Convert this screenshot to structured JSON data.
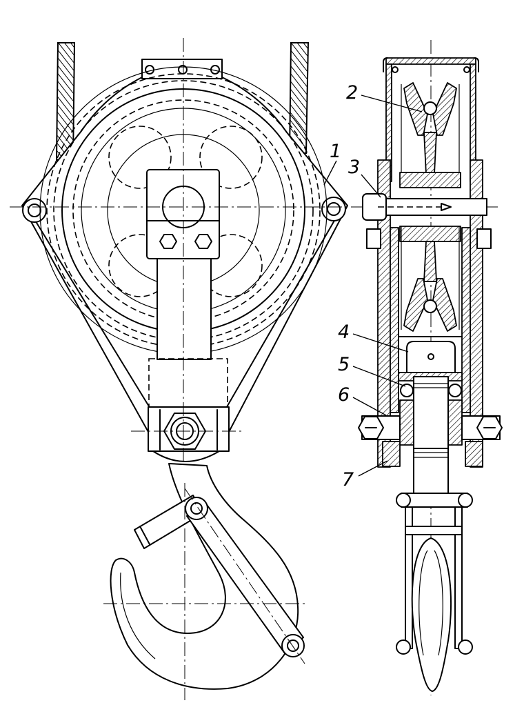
{
  "figure": {
    "labels": [
      "1",
      "2",
      "3",
      "4",
      "5",
      "6",
      "7"
    ]
  },
  "colors": {
    "ink": "#000000",
    "paper": "#ffffff"
  }
}
